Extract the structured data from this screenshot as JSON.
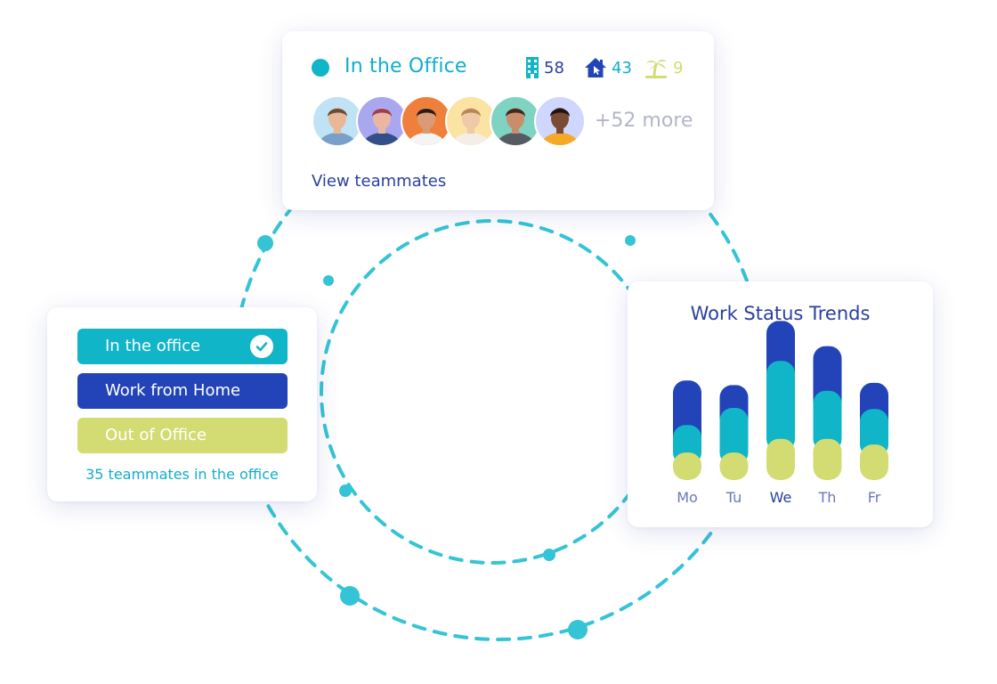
{
  "colors": {
    "teal": "#10b5c8",
    "navy": "#2244b8",
    "lime": "#d3dc72",
    "teal_text": "#10aeca",
    "navy_text": "#2a3f9e",
    "dashed_ring": "#22bfd3"
  },
  "office_card": {
    "title": "In the Office",
    "stats": [
      {
        "icon": "building-icon",
        "value": "58"
      },
      {
        "icon": "home-icon",
        "value": "43"
      },
      {
        "icon": "palm-tree-icon",
        "value": "9"
      }
    ],
    "avatars": [
      {
        "bg": "#bfe3f4",
        "skin": "#e8b896",
        "hair": "#6b4a33",
        "shirt": "#7a9fc8"
      },
      {
        "bg": "#a9a7ef",
        "skin": "#e9b7a1",
        "hair": "#9c3d55",
        "shirt": "#334f8a"
      },
      {
        "bg": "#f07f3c",
        "skin": "#d99b76",
        "hair": "#2b1d16",
        "shirt": "#f4f4f4"
      },
      {
        "bg": "#fbe3a4",
        "skin": "#f0c9a8",
        "hair": "#b88752",
        "shirt": "#f3efe8"
      },
      {
        "bg": "#7fd3c3",
        "skin": "#c98d6c",
        "hair": "#3a2a22",
        "shirt": "#555b63"
      },
      {
        "bg": "#cfd7ff",
        "skin": "#7a4b32",
        "hair": "#1e140f",
        "shirt": "#f6a828"
      }
    ],
    "more_label": "+52 more",
    "view_link": "View teammates"
  },
  "status_card": {
    "options": [
      {
        "label": "In the office",
        "selected": true
      },
      {
        "label": "Work from Home",
        "selected": false
      },
      {
        "label": "Out of Office",
        "selected": false
      }
    ],
    "count_label": "35 teammates in the office"
  },
  "trends_card": {
    "title": "Work Status Trends"
  },
  "chart_data": {
    "type": "bar",
    "stacked": true,
    "categories": [
      "Mo",
      "Tu",
      "We",
      "Th",
      "Fr"
    ],
    "series": [
      {
        "color": "#d3dc72",
        "values": [
          24,
          24,
          36,
          36,
          31
        ]
      },
      {
        "color": "#10b5c8",
        "values": [
          24,
          39,
          68,
          42,
          31
        ]
      },
      {
        "color": "#2244b8",
        "values": [
          39,
          20,
          35,
          39,
          23
        ]
      }
    ],
    "ylim": [
      0,
      140
    ],
    "grid": false,
    "highlight_category": "We"
  }
}
